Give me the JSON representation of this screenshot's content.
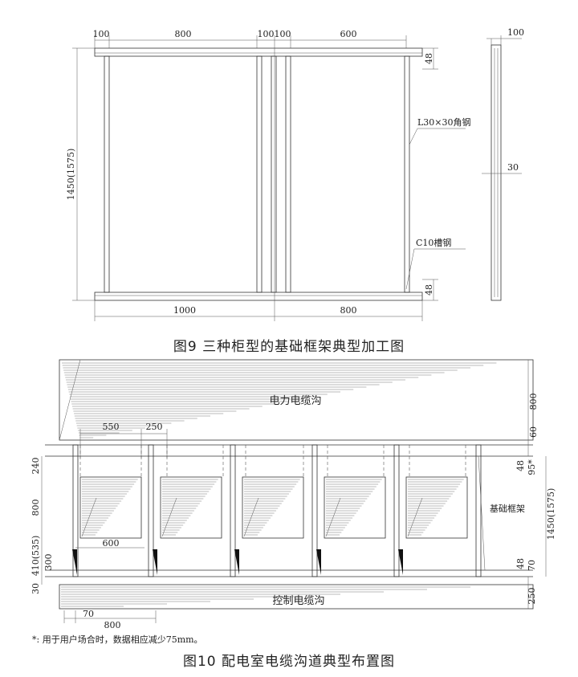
{
  "fig9": {
    "top_dims": [
      "100",
      "800",
      "100",
      "100",
      "600"
    ],
    "bottom_dims": [
      "1000",
      "800"
    ],
    "left_height": "1450(1575)",
    "right_dims": [
      "48",
      "48"
    ],
    "angle_label": "L30×30角钢",
    "channel_label": "C10槽钢",
    "side_dims": [
      "100",
      "30"
    ],
    "caption": "图9 三种柜型的基础框架典型加工图"
  },
  "fig10": {
    "power_trench": "电力电缆沟",
    "control_trench": "控制电缆沟",
    "frame_label": "基础框架",
    "top_dims": [
      "550",
      "250"
    ],
    "inner_dim": "600",
    "bottom_dims": [
      "70",
      "800"
    ],
    "left_dims": [
      "240",
      "800",
      "410(535)",
      "300",
      "30"
    ],
    "right_dims": [
      "800",
      "60",
      "48",
      "95*",
      "48",
      "70",
      "250"
    ],
    "right_height": "1450(1575)",
    "note": "*: 用于用户场合时，数据相应减少75mm。",
    "caption": "图10 配电室电缆沟道典型布置图"
  }
}
